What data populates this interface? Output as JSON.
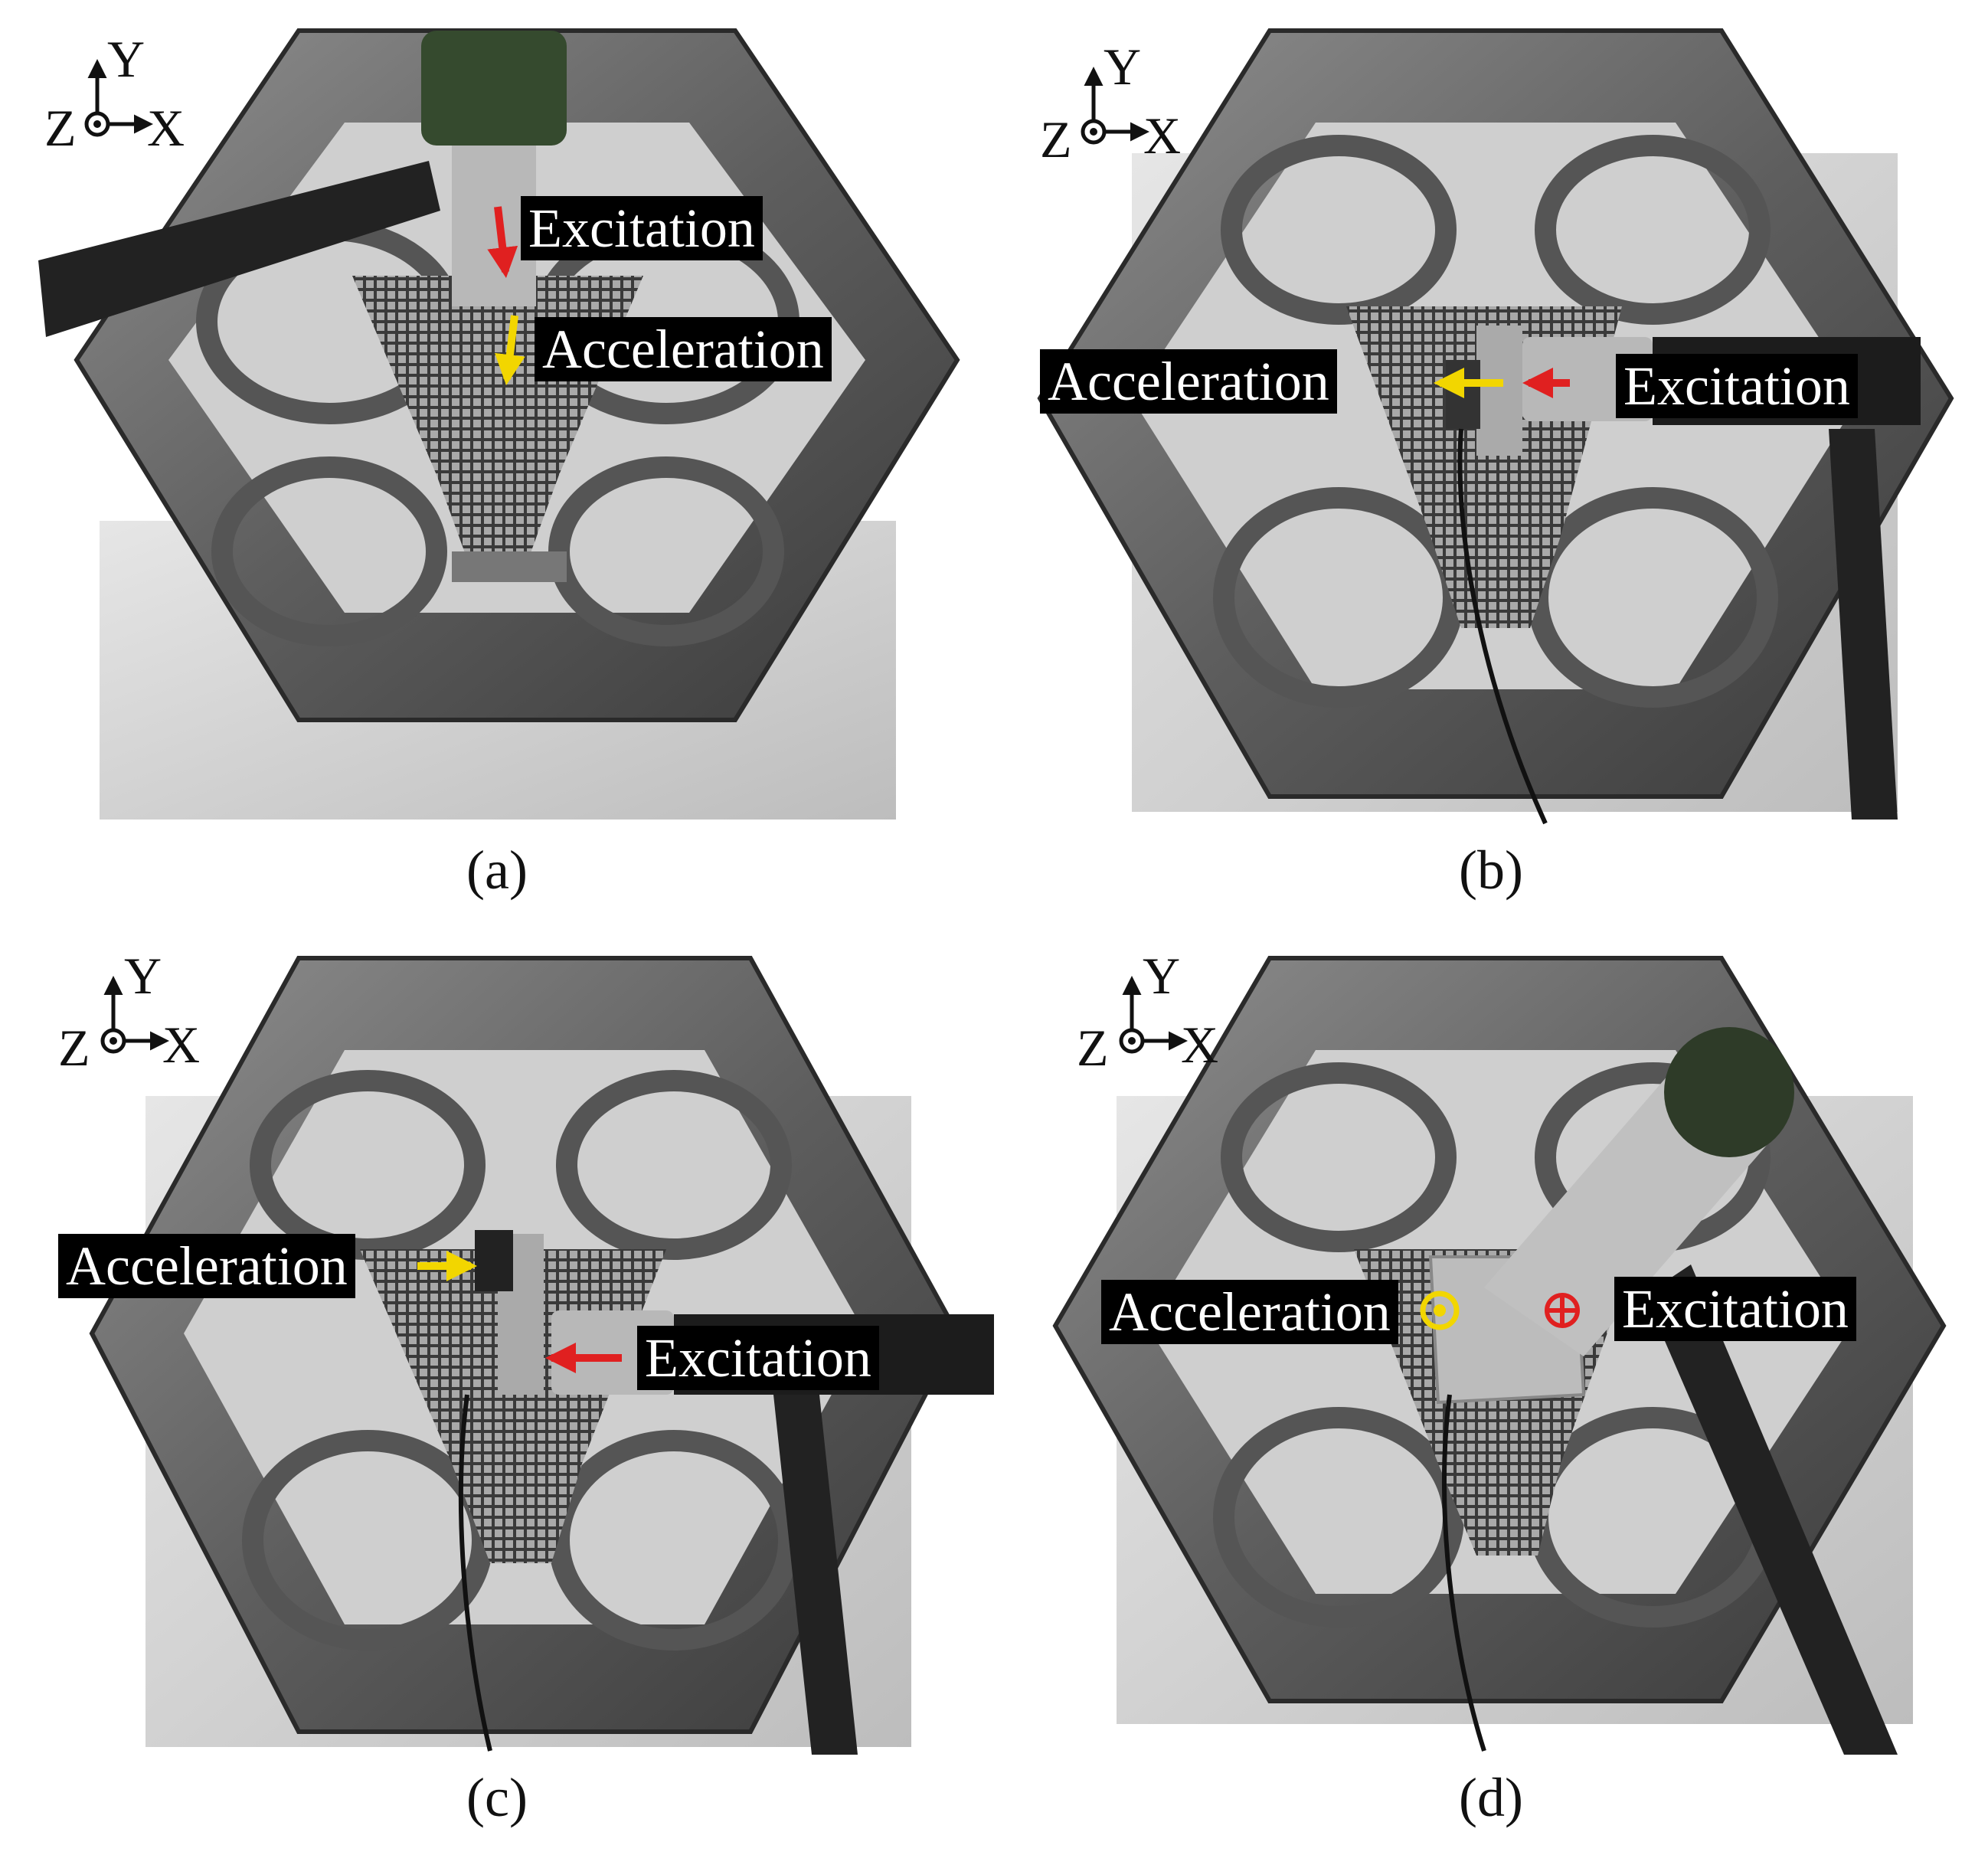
{
  "axes": {
    "y": "Y",
    "x": "X",
    "z": "Z"
  },
  "colors": {
    "excitation": "#e02020",
    "acceleration": "#f2d600",
    "label_bg": "#000000",
    "label_text": "#ffffff"
  },
  "panels": [
    {
      "caption": "(a)",
      "excitation_label": "Excitation",
      "acceleration_label": "Acceleration"
    },
    {
      "caption": "(b)",
      "excitation_label": "Excitation",
      "acceleration_label": "Acceleration"
    },
    {
      "caption": "(c)",
      "excitation_label": "Excitation",
      "acceleration_label": "Acceleration"
    },
    {
      "caption": "(d)",
      "excitation_label": "Excitation",
      "acceleration_label": "Acceleration"
    }
  ]
}
